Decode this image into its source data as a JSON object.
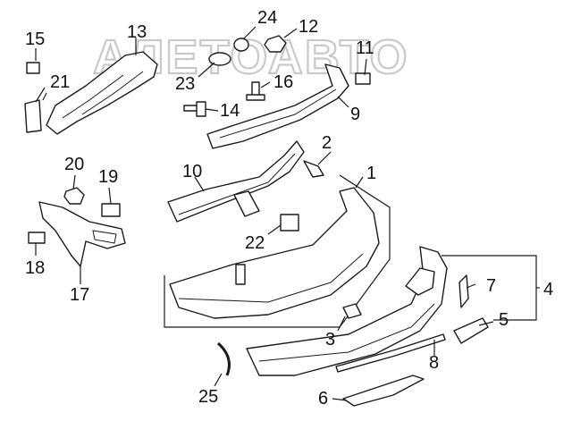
{
  "watermark": "АЛЕТОАВТО",
  "callouts": [
    "1",
    "2",
    "3",
    "4",
    "5",
    "6",
    "7",
    "8",
    "9",
    "10",
    "11",
    "12",
    "13",
    "14",
    "15",
    "16",
    "17",
    "18",
    "19",
    "20",
    "21",
    "22",
    "23",
    "24",
    "25"
  ]
}
